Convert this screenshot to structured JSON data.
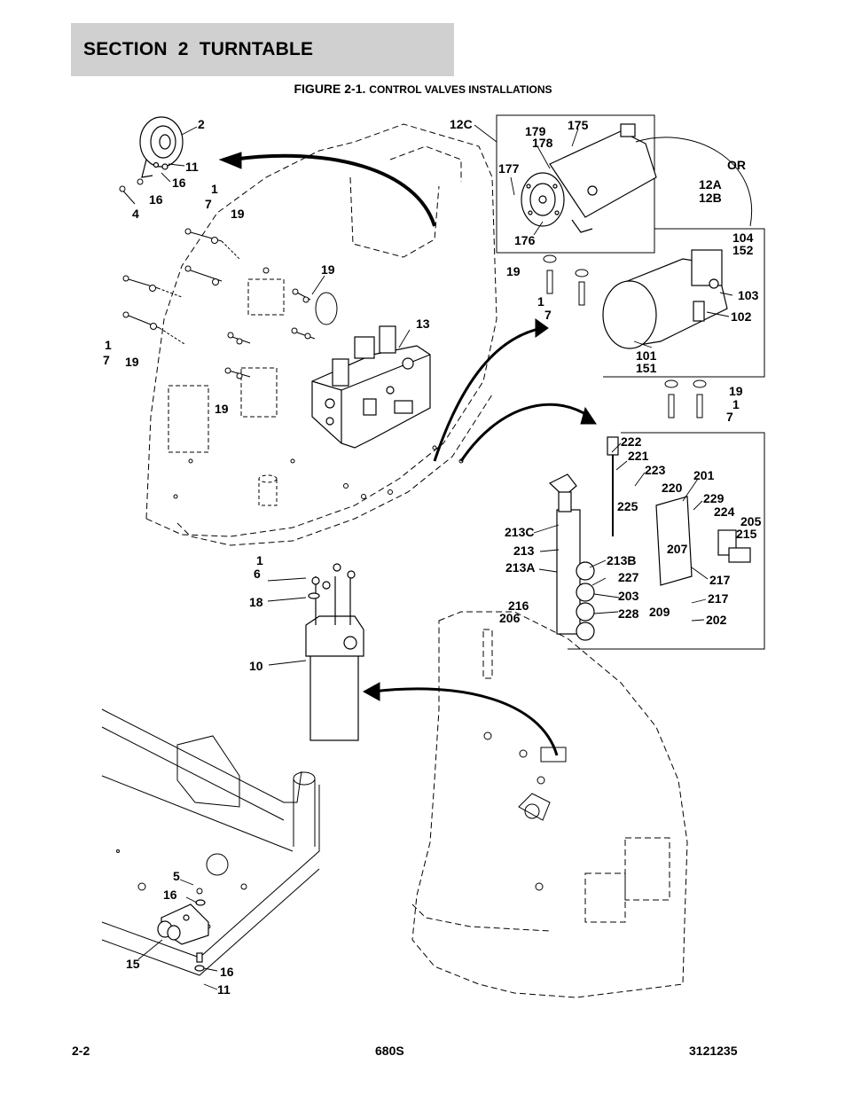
{
  "header": {
    "section_title": "SECTION 2   TURNTABLE",
    "figure_title_prefix": "FIGURE 2-1. ",
    "figure_title_rest": "CONTROL VALVES INSTALLATIONS"
  },
  "callouts": {
    "c_2": "2",
    "c_11a": "11",
    "c_16a": "16",
    "c_16b": "16",
    "c_4": "4",
    "c_1a": "1",
    "c_7a": "7",
    "c_19a": "19",
    "c_19b": "19",
    "c_13": "13",
    "c_1b": "1",
    "c_7b": "7",
    "c_19c": "19",
    "c_19d": "19",
    "c_12c": "12C",
    "c_179": "179",
    "c_178": "178",
    "c_175": "175",
    "c_177": "177",
    "c_176": "176",
    "c_or": "OR",
    "c_12a": "12A",
    "c_12b": "12B",
    "c_104": "104",
    "c_152": "152",
    "c_103": "103",
    "c_102": "102",
    "c_101": "101",
    "c_151": "151",
    "c_19e": "19",
    "c_1c": "1",
    "c_7c": "7",
    "c_19f": "19",
    "c_1d": "1",
    "c_7d": "7",
    "c_222": "222",
    "c_221": "221",
    "c_223": "223",
    "c_225": "225",
    "c_220": "220",
    "c_201": "201",
    "c_229": "229",
    "c_224": "224",
    "c_205": "205",
    "c_215": "215",
    "c_213c": "213C",
    "c_213": "213",
    "c_213a": "213A",
    "c_213b": "213B",
    "c_227": "227",
    "c_203": "203",
    "c_228": "228",
    "c_207": "207",
    "c_217a": "217",
    "c_217b": "217",
    "c_209": "209",
    "c_202": "202",
    "c_216": "216",
    "c_206": "206",
    "c_1e": "1",
    "c_6": "6",
    "c_18": "18",
    "c_10": "10",
    "c_5": "5",
    "c_16c": "16",
    "c_15": "15",
    "c_16d": "16",
    "c_11b": "11"
  },
  "footer": {
    "page_number": "2-2",
    "model": "680S",
    "doc_number": "3121235"
  }
}
